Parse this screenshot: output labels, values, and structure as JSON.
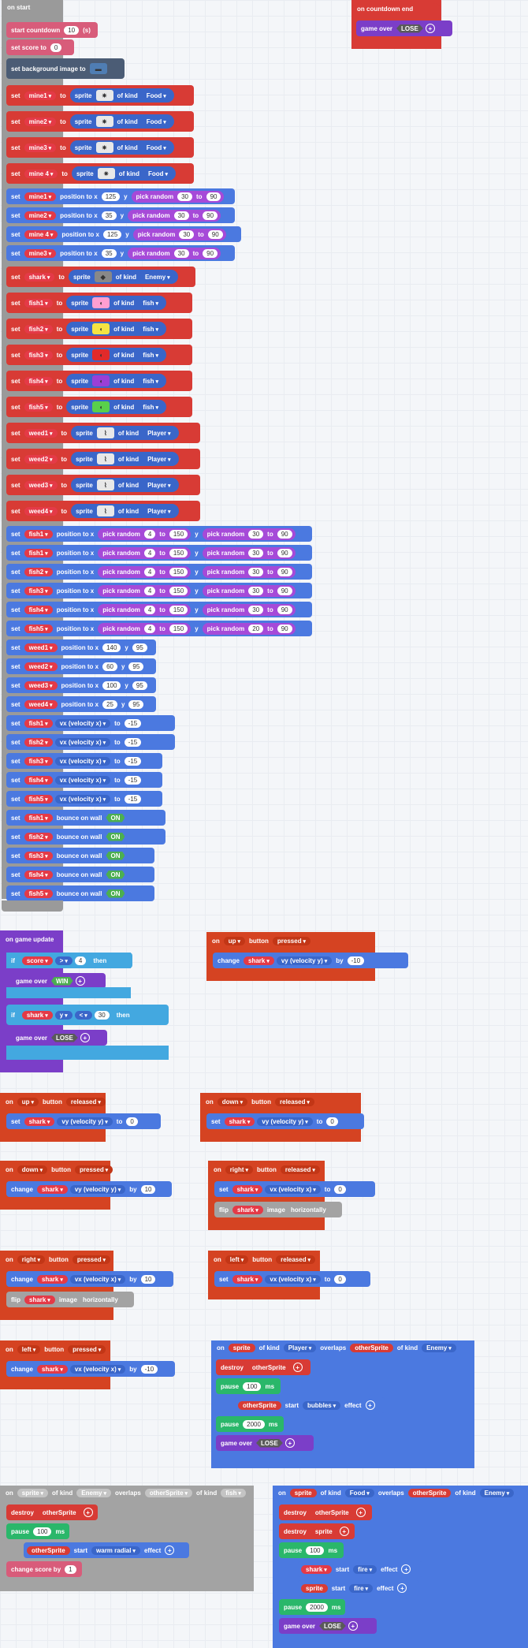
{
  "on_start": {
    "label": "on start",
    "countdown": {
      "kw": "start countdown",
      "value": "10",
      "unit": "(s)"
    },
    "score": {
      "kw": "set score to",
      "value": "0"
    },
    "background": {
      "kw": "set background image to"
    },
    "sprites": [
      {
        "var": "mine1",
        "icon": "star-icon",
        "kind": "Food"
      },
      {
        "var": "mine2",
        "icon": "star-icon",
        "kind": "Food"
      },
      {
        "var": "mine3",
        "icon": "star-icon",
        "kind": "Food"
      },
      {
        "var": "mine 4",
        "icon": "star-icon",
        "kind": "Food"
      }
    ],
    "mine_positions": [
      {
        "var": "mine1",
        "x": "125",
        "ymin": "30",
        "ymax": "90"
      },
      {
        "var": "mine2",
        "x": "35",
        "ymin": "30",
        "ymax": "90"
      },
      {
        "var": "mine 4",
        "x": "125",
        "ymin": "30",
        "ymax": "90"
      },
      {
        "var": "mine3",
        "x": "35",
        "ymin": "30",
        "ymax": "90"
      }
    ],
    "shark": {
      "var": "shark",
      "kind": "Enemy"
    },
    "fish": [
      {
        "var": "fish1",
        "kind": "fish",
        "color": "#ff9ed1"
      },
      {
        "var": "fish2",
        "kind": "fish",
        "color": "#f5e342"
      },
      {
        "var": "fish3",
        "kind": "fish",
        "color": "#e12a2a"
      },
      {
        "var": "fish4",
        "kind": "fish",
        "color": "#9b3fd6"
      },
      {
        "var": "fish5",
        "kind": "fish",
        "color": "#59d04b"
      }
    ],
    "weeds": [
      {
        "var": "weed1",
        "kind": "Player"
      },
      {
        "var": "weed2",
        "kind": "Player"
      },
      {
        "var": "weed3",
        "kind": "Player"
      },
      {
        "var": "weed4",
        "kind": "Player"
      }
    ],
    "fish_positions": [
      {
        "var": "fish1",
        "xmin": "4",
        "xmax": "150",
        "ymin": "30",
        "ymax": "90"
      },
      {
        "var": "fish1",
        "xmin": "4",
        "xmax": "150",
        "ymin": "30",
        "ymax": "90"
      },
      {
        "var": "fish2",
        "xmin": "4",
        "xmax": "150",
        "ymin": "30",
        "ymax": "90"
      },
      {
        "var": "fish3",
        "xmin": "4",
        "xmax": "150",
        "ymin": "30",
        "ymax": "90"
      },
      {
        "var": "fish4",
        "xmin": "4",
        "xmax": "150",
        "ymin": "30",
        "ymax": "90"
      },
      {
        "var": "fish5",
        "xmin": "4",
        "xmax": "150",
        "ymin": "20",
        "ymax": "90"
      }
    ],
    "weed_positions": [
      {
        "var": "weed1",
        "x": "140",
        "y": "95"
      },
      {
        "var": "weed2",
        "x": "60",
        "y": "95"
      },
      {
        "var": "weed3",
        "x": "100",
        "y": "95"
      },
      {
        "var": "weed4",
        "x": "25",
        "y": "95"
      }
    ],
    "velocities": [
      {
        "var": "fish1",
        "value": "-15"
      },
      {
        "var": "fish2",
        "value": "-15"
      },
      {
        "var": "fish3",
        "value": "-15"
      },
      {
        "var": "fish4",
        "value": "-15"
      },
      {
        "var": "fish5",
        "value": "-15"
      }
    ],
    "walls": [
      {
        "var": "fish1"
      },
      {
        "var": "fish2"
      },
      {
        "var": "fish3"
      },
      {
        "var": "fish4"
      },
      {
        "var": "fish5"
      }
    ]
  },
  "labels": {
    "set": "set",
    "to": "to",
    "sprite": "sprite",
    "of_kind": "of kind",
    "position_to_x": "position to x",
    "y": "y",
    "pick_random": "pick random",
    "vx": "vx (velocity x)",
    "vy": "vy (velocity y)",
    "bounce": "bounce on wall",
    "on": "ON",
    "change": "change",
    "by": "by",
    "game_over": "game over",
    "lose": "LOSE",
    "win": "WIN",
    "if": "if",
    "then": "then",
    "flip": "flip",
    "image": "image",
    "horizontally": "horizontally",
    "button": "button",
    "pressed": "pressed",
    "released": "released",
    "destroy": "destroy",
    "pause": "pause",
    "ms": "ms",
    "start": "start",
    "effect": "effect",
    "overlaps": "overlaps",
    "otherSprite": "otherSprite",
    "change_score": "change score by"
  },
  "on_countdown": {
    "label": "on countdown end",
    "result": "LOSE"
  },
  "on_update": {
    "label": "on game update",
    "cond1": {
      "left": "score",
      "op": ">",
      "value": "4"
    },
    "cond2": {
      "sprite": "shark",
      "axis": "y",
      "op": "<",
      "value": "30"
    }
  },
  "handlers": [
    {
      "id": "up-pressed",
      "button": "up",
      "event": "pressed",
      "action": "change",
      "var": "shark",
      "prop": "vy (velocity y)",
      "value": "-10"
    },
    {
      "id": "up-released",
      "button": "up",
      "event": "released",
      "action": "set",
      "var": "shark",
      "prop": "vy (velocity y)",
      "value": "0"
    },
    {
      "id": "down-released",
      "button": "down",
      "event": "released",
      "action": "set",
      "var": "shark",
      "prop": "vy (velocity y)",
      "value": "0"
    },
    {
      "id": "down-pressed",
      "button": "down",
      "event": "pressed",
      "action": "change",
      "var": "shark",
      "prop": "vy (velocity y)",
      "value": "10"
    },
    {
      "id": "right-released",
      "button": "right",
      "event": "released",
      "action": "set",
      "var": "shark",
      "prop": "vx (velocity x)",
      "value": "0"
    },
    {
      "id": "right-pressed",
      "button": "right",
      "event": "pressed",
      "action": "change",
      "var": "shark",
      "prop": "vx (velocity x)",
      "value": "10"
    },
    {
      "id": "left-released",
      "button": "left",
      "event": "released",
      "action": "set",
      "var": "shark",
      "prop": "vx (velocity x)",
      "value": "0"
    },
    {
      "id": "left-pressed",
      "button": "left",
      "event": "pressed",
      "action": "change",
      "var": "shark",
      "prop": "vx (velocity x)",
      "value": "-10"
    }
  ],
  "overlap_player": {
    "kind1": "Player",
    "kind2": "Enemy",
    "pause1": "100",
    "effect": "bubbles",
    "pause2": "2000"
  },
  "overlap_enemy": {
    "kind1": "Enemy",
    "kind2": "fish",
    "pause": "100",
    "effect": "warm radial",
    "score": "1"
  },
  "overlap_food": {
    "kind1": "Food",
    "kind2": "Enemy",
    "pause1": "100",
    "effect1": "fire",
    "effect2": "fire",
    "pause2": "2000",
    "sprite_var": "shark",
    "sprite_self": "sprite"
  }
}
